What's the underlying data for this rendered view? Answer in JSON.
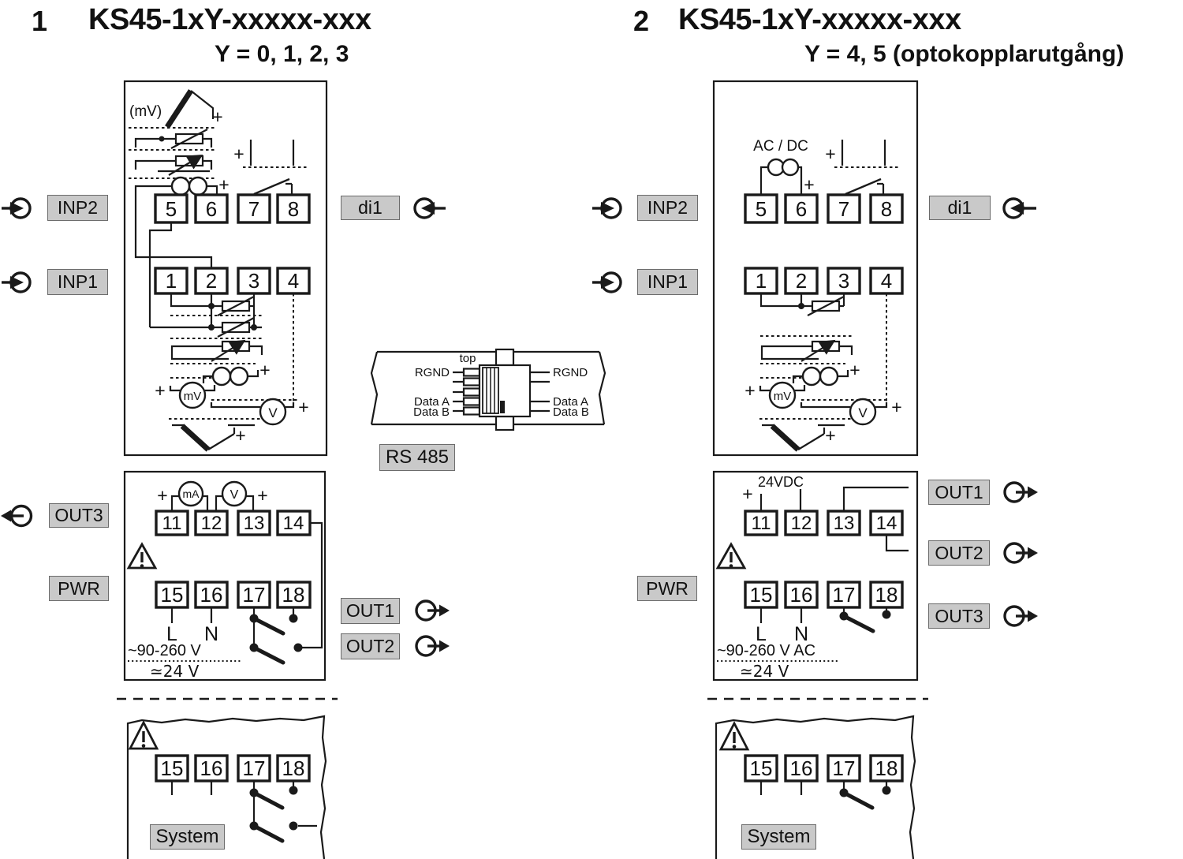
{
  "symbols": {
    "plus": "+"
  },
  "colors": {
    "ink": "#1a1a1a",
    "label_bg": "#c9c9c9"
  },
  "diagram1": {
    "number": "1",
    "title": "KS45-1xY-xxxxx-xxx",
    "subtitle": "Y = 0, 1, 2, 3",
    "labels": {
      "inp2": "INP2",
      "inp1": "INP1",
      "di1": "di1",
      "out3": "OUT3",
      "pwr": "PWR",
      "out1": "OUT1",
      "out2": "OUT2",
      "system": "System"
    },
    "rows": {
      "inp2": [
        "5",
        "6",
        "7",
        "8"
      ],
      "inp1": [
        "1",
        "2",
        "3",
        "4"
      ],
      "out": [
        "11",
        "12",
        "13",
        "14"
      ],
      "pwr": [
        "15",
        "16",
        "17",
        "18"
      ],
      "system": [
        "15",
        "16",
        "17",
        "18"
      ]
    },
    "texts": {
      "mv_optional": "(mV)",
      "ma_meter": "mA",
      "v_meter": "V",
      "mv_meter": "mV",
      "line": "L",
      "neutral": "N",
      "mains": "~90-260 V",
      "aux": "≃24 V"
    }
  },
  "diagram2": {
    "number": "2",
    "title": "KS45-1xY-xxxxx-xxx",
    "subtitle": "Y = 4, 5 (optokopplarutgång)",
    "labels": {
      "inp2": "INP2",
      "inp1": "INP1",
      "di1": "di1",
      "pwr": "PWR",
      "out1": "OUT1",
      "out2": "OUT2",
      "out3": "OUT3",
      "system": "System"
    },
    "rows": {
      "inp2": [
        "5",
        "6",
        "7",
        "8"
      ],
      "inp1": [
        "1",
        "2",
        "3",
        "4"
      ],
      "out": [
        "11",
        "12",
        "13",
        "14"
      ],
      "pwr": [
        "15",
        "16",
        "17",
        "18"
      ],
      "system": [
        "15",
        "16",
        "17",
        "18"
      ]
    },
    "texts": {
      "acdc": "AC / DC",
      "vdc": "24VDC",
      "v_meter": "V",
      "mv_meter": "mV",
      "line": "L",
      "neutral": "N",
      "mains": "~90-260 V AC",
      "aux": "≃24 V"
    }
  },
  "rs485": {
    "label": "RS 485",
    "top_label": "top",
    "left_pins": [
      "RGND",
      "Data A",
      "Data B"
    ],
    "right_pins": [
      "RGND",
      "Data A",
      "Data B"
    ]
  }
}
